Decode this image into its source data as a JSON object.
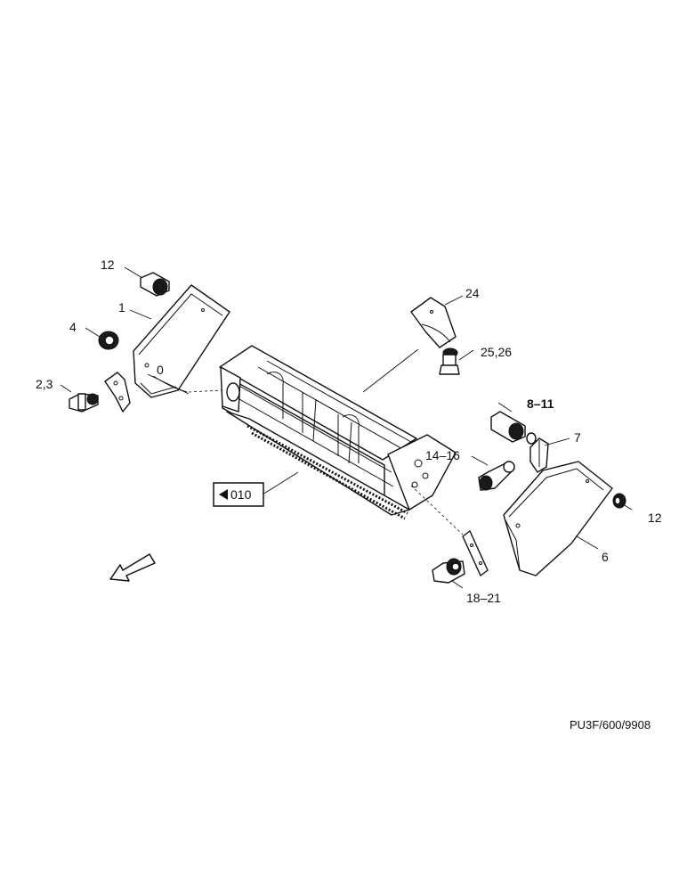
{
  "labels": {
    "l12a": "12",
    "l1": "1",
    "l4": "4",
    "l0": "0",
    "l23": "2,3",
    "l24": "24",
    "l2526": "25,26",
    "l811": "8–11",
    "l7": "7",
    "l1416": "14–16",
    "l12b": "12",
    "l6": "6",
    "l1821": "18–21"
  },
  "reference_box": "010",
  "drawing_code": "PU3F/600/9908"
}
